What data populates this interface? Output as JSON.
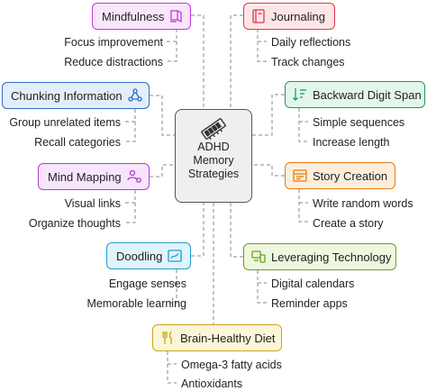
{
  "center": {
    "line1": "ADHD",
    "line2": "Memory",
    "line3": "Strategies",
    "icon": "memory-chip-icon"
  },
  "strategies": {
    "mindfulness": {
      "label": "Mindfulness",
      "icon": "book-hand-icon",
      "color": "#c03ad6",
      "fill": "#f8e6fb",
      "items": [
        "Focus improvement",
        "Reduce distractions"
      ]
    },
    "journaling": {
      "label": "Journaling",
      "icon": "notebook-icon",
      "color": "#e0384a",
      "fill": "#fde6e8",
      "items": [
        "Daily reflections",
        "Track changes"
      ]
    },
    "chunking": {
      "label": "Chunking Information",
      "icon": "network-icon",
      "color": "#2a6cc4",
      "fill": "#e4eefb",
      "items": [
        "Group unrelated items",
        "Recall categories"
      ]
    },
    "backward_digit_span": {
      "label": "Backward Digit Span",
      "icon": "sort-descending-icon",
      "color": "#1f9a5b",
      "fill": "#e3f6ec",
      "items": [
        "Simple sequences",
        "Increase length"
      ]
    },
    "mind_mapping": {
      "label": "Mind Mapping",
      "icon": "people-network-icon",
      "color": "#b33ad6",
      "fill": "#f6e5fb",
      "items": [
        "Visual links",
        "Organize thoughts"
      ]
    },
    "story_creation": {
      "label": "Story Creation",
      "icon": "storybook-icon",
      "color": "#e27a16",
      "fill": "#fdeedc",
      "items": [
        "Write random words",
        "Create a story"
      ]
    },
    "doodling": {
      "label": "Doodling",
      "icon": "drawing-canvas-icon",
      "color": "#1f9dd4",
      "fill": "#e1f3fb",
      "items": [
        "Engage senses",
        "Memorable learning"
      ]
    },
    "leveraging_technology": {
      "label": "Leveraging Technology",
      "icon": "technology-icon",
      "color": "#6aa121",
      "fill": "#eef7df",
      "items": [
        "Digital calendars",
        "Reminder apps"
      ]
    },
    "brain_healthy_diet": {
      "label": "Brain-Healthy Diet",
      "icon": "fork-knife-icon",
      "color": "#c9a617",
      "fill": "#fcf6d9",
      "items": [
        "Omega-3 fatty acids",
        "Antioxidants"
      ]
    }
  }
}
